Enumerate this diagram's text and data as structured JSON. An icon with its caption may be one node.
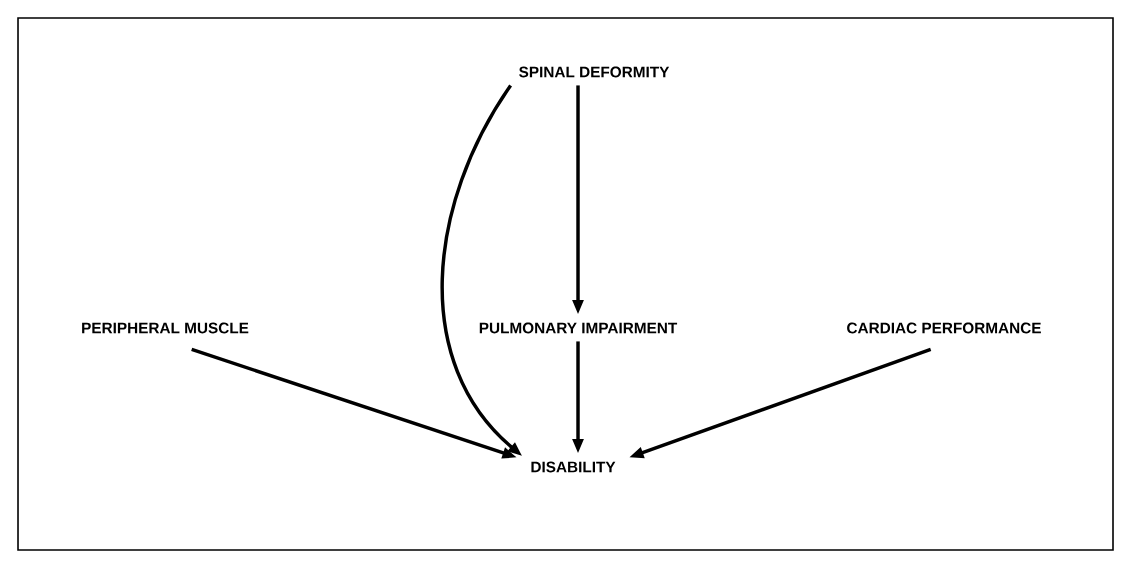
{
  "diagram": {
    "nodes": [
      {
        "text": [
          "SPINAL DEFORMITY"
        ]
      },
      {
        "text": [
          "PERIPHERAL MUSCLE"
        ]
      },
      {
        "text": [
          "PULMONARY IMPAIRMENT"
        ]
      },
      {
        "text": [
          "CARDIAC PERFORMANCE"
        ]
      },
      {
        "text": [
          "DISABILITY"
        ]
      }
    ],
    "edges": [
      {
        "from": 0,
        "to": 2,
        "arrow": "to"
      },
      {
        "from": 0,
        "to": 4,
        "arrow": "to"
      },
      {
        "from": 1,
        "to": 4,
        "arrow": "to"
      },
      {
        "from": 2,
        "to": 4,
        "arrow": "to"
      },
      {
        "from": 3,
        "to": 4,
        "arrow": "to"
      }
    ]
  }
}
